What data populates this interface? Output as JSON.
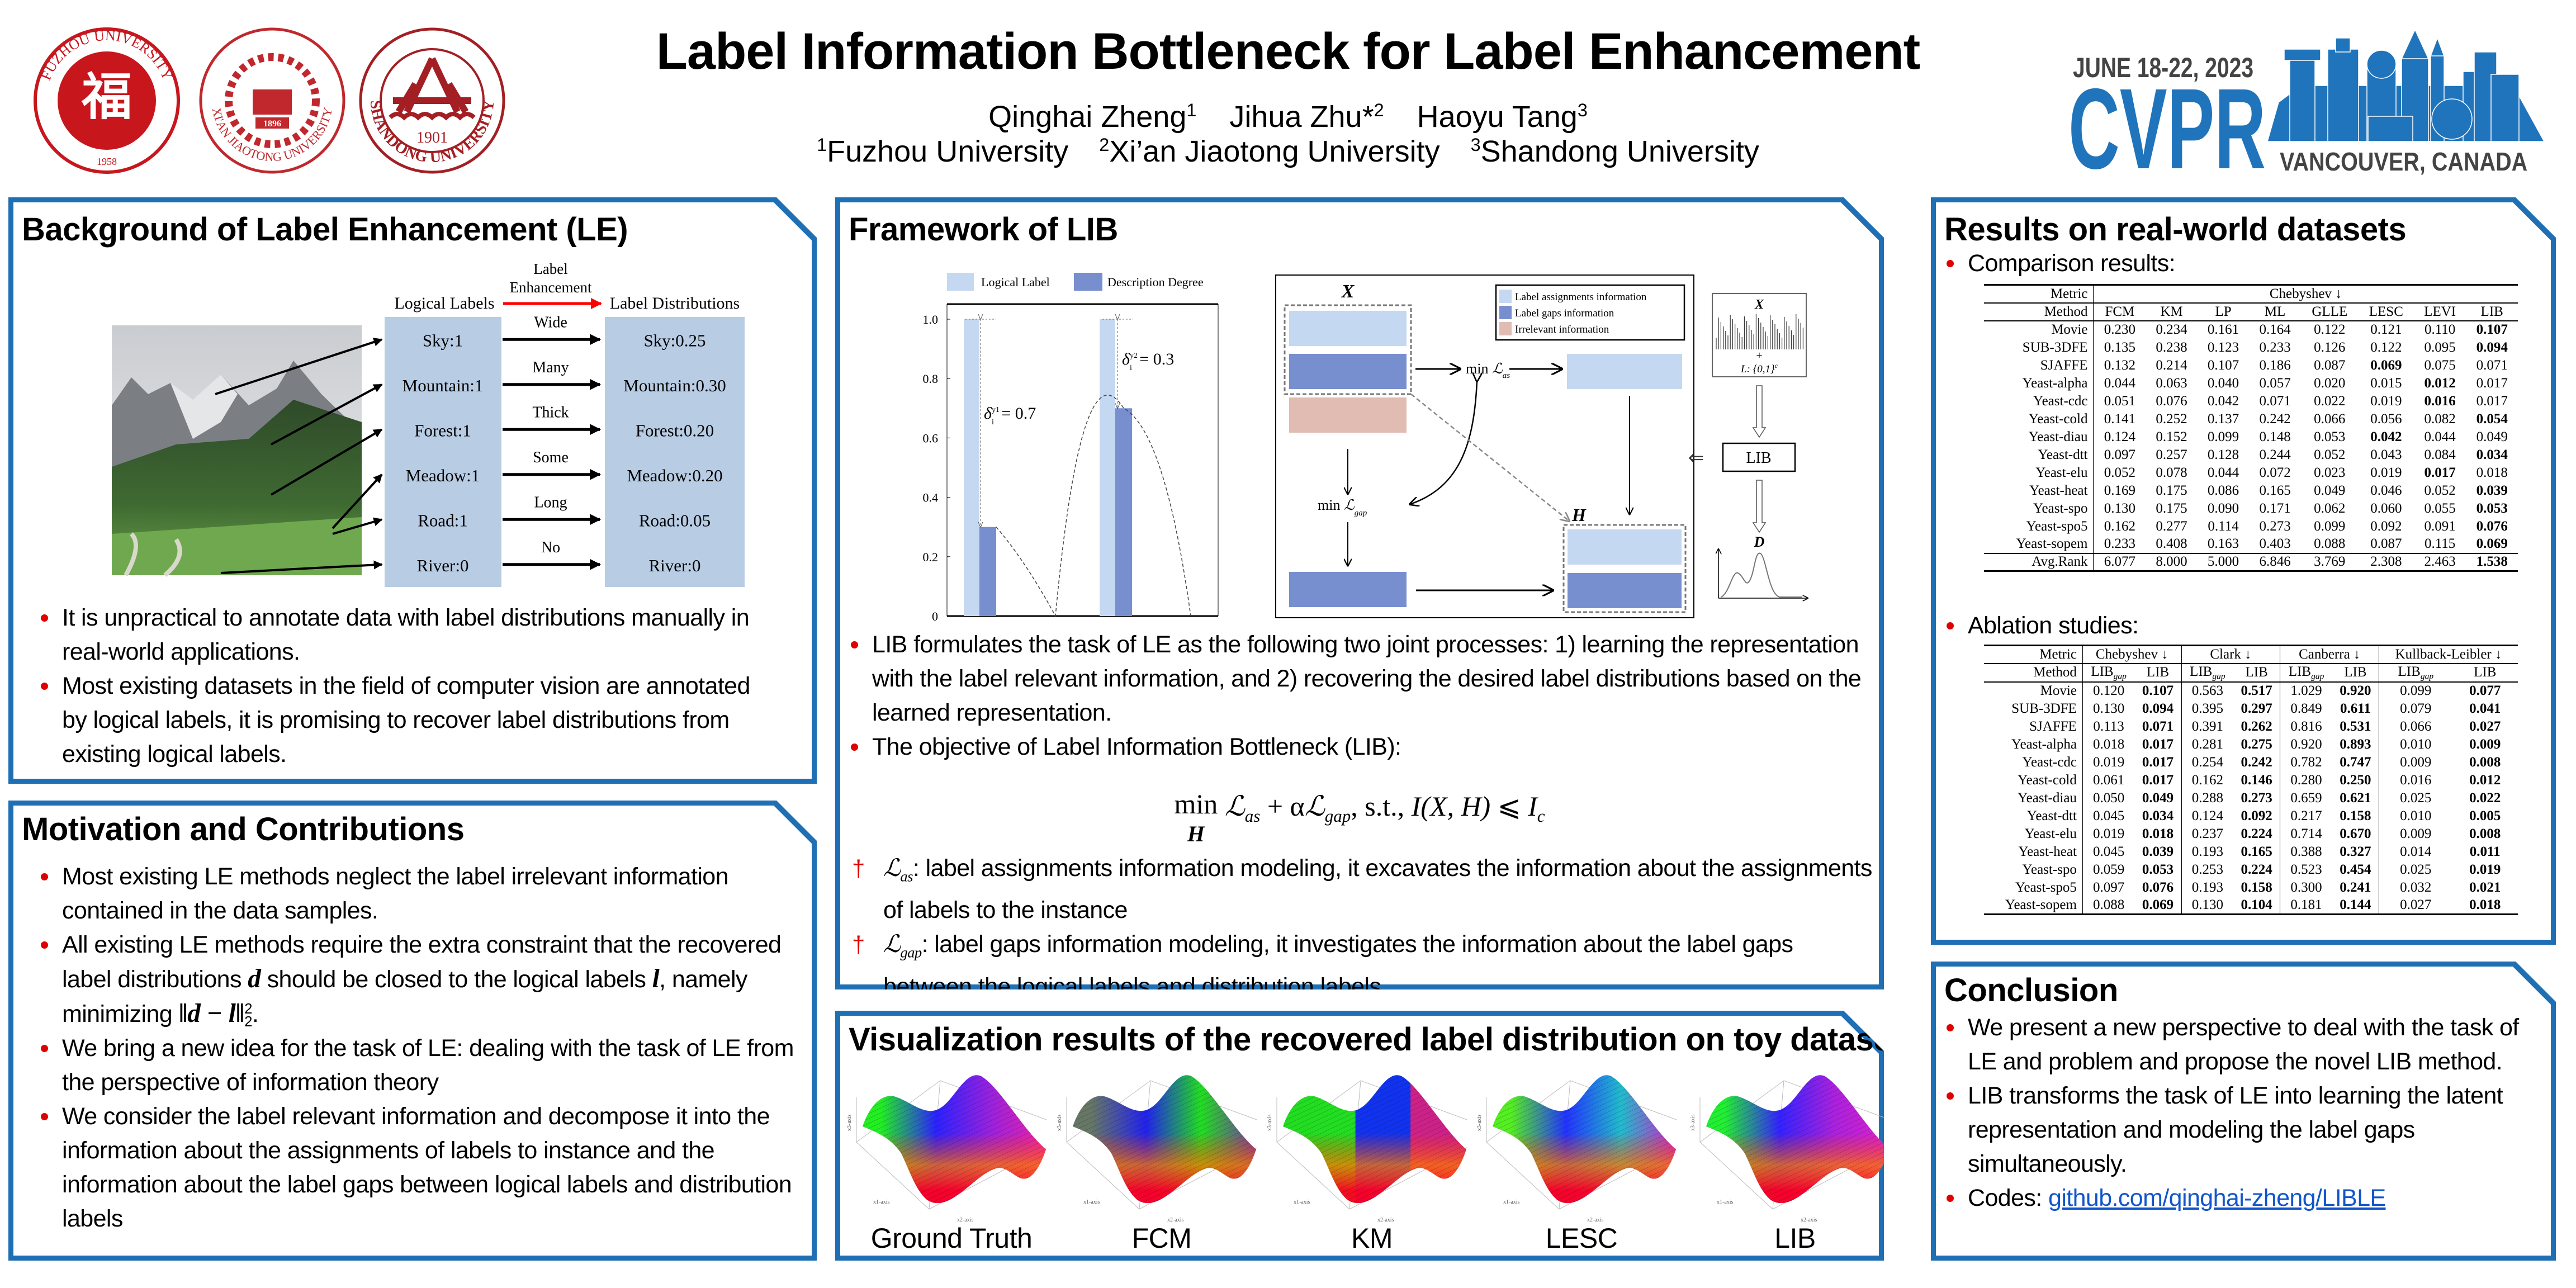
{
  "header": {
    "title": "Label Information Bottleneck for Label Enhancement",
    "authors": [
      {
        "name": "Qinghai Zheng",
        "sup": "1"
      },
      {
        "name": "Jihua Zhu*",
        "sup": "2"
      },
      {
        "name": "Haoyu Tang",
        "sup": "3"
      }
    ],
    "affiliations": [
      {
        "sup": "1",
        "name": "Fuzhou University"
      },
      {
        "sup": "2",
        "name": "Xi’an Jiaotong University"
      },
      {
        "sup": "3",
        "name": "Shandong University"
      }
    ],
    "logos": [
      {
        "name": "FUZHOU UNIVERSITY",
        "year": "1958",
        "color": "#c8161d"
      },
      {
        "name": "XI'AN JIAOTONG UNIVERSITY",
        "year": "1896",
        "color": "#c0282d"
      },
      {
        "name": "SHANDONG UNIVERSITY",
        "year": "1901",
        "color": "#a31f24"
      }
    ],
    "conference": {
      "dates": "JUNE 18-22, 2023",
      "name": "CVPR",
      "location": "VANCOUVER, CANADA",
      "color": "#1f74bb"
    }
  },
  "background": {
    "title": "Background of Label Enhancement (LE)",
    "figure": {
      "left_header": "Logical Labels",
      "arrow_label_1": "Label",
      "arrow_label_2": "Enhancement",
      "right_header": "Label Distributions",
      "rows": [
        {
          "logical": "Sky:1",
          "adj": "Wide",
          "dist": "Sky:0.25"
        },
        {
          "logical": "Mountain:1",
          "adj": "Many",
          "dist": "Mountain:0.30"
        },
        {
          "logical": "Forest:1",
          "adj": "Thick",
          "dist": "Forest:0.20"
        },
        {
          "logical": "Meadow:1",
          "adj": "Some",
          "dist": "Meadow:0.20"
        },
        {
          "logical": "Road:1",
          "adj": "Long",
          "dist": "Road:0.05"
        },
        {
          "logical": "River:0",
          "adj": "No",
          "dist": "River:0"
        }
      ]
    },
    "bullets": [
      [
        {
          "text": "It is unpractical to annotate data with label distributions manually in real-world applications."
        }
      ],
      [
        {
          "text": "Most existing datasets in the field of computer vision are annotated by logical labels, it is promising to recover label distributions from existing logical labels."
        }
      ]
    ]
  },
  "motivation": {
    "title": "Motivation and Contributions",
    "bullets": [
      [
        {
          "text": "Most existing LE methods neglect the label irrelevant information contained in the data samples."
        }
      ],
      [
        {
          "text": "All existing LE methods require the extra constraint that the recovered label distributions "
        },
        {
          "math": "d"
        },
        {
          "text": " should be closed to the logical labels "
        },
        {
          "math": "l"
        },
        {
          "text": ", namely minimizing "
        },
        {
          "math": "‖d − l‖"
        },
        {
          "sup2": "2"
        },
        {
          "sub2": "2"
        },
        {
          "text": "."
        }
      ],
      [
        {
          "text": "We bring a new idea for the task of LE: dealing with the task of LE from the perspective of information theory"
        }
      ],
      [
        {
          "text": "We consider the label relevant information and decompose it into the information about the assignments of labels to instance and the information about the label gaps between logical labels and distribution labels"
        }
      ]
    ]
  },
  "framework": {
    "title": "Framework of LIB",
    "diagram": {
      "legend": [
        "Label assignments information",
        "Label gaps information",
        "Irrelevant information"
      ],
      "x_label": "X",
      "h_label": "H",
      "min_label": "min",
      "loss_symbol": "ℒ",
      "as_sub": "as",
      "gap_sub": "gap",
      "lib_box": "LIB",
      "input_x": "X",
      "plus": "+",
      "input_l": "L: {0,1}",
      "input_l_sup": "c",
      "output_d": "D",
      "colors": {
        "assign": "#c5d8f1",
        "gap": "#778ecf",
        "irrelevant": "#e0bcb3"
      }
    },
    "bullets": [
      [
        {
          "text": "LIB formulates the task of LE as the following two joint processes: 1) learning the representation with the label relevant information, and 2) recovering the desired label distributions based on the learned representation."
        }
      ],
      [
        {
          "text": "The objective of Label Information Bottleneck (LIB):"
        }
      ]
    ],
    "formula": {
      "min": "min",
      "under": "H",
      "l": "ℒ",
      "as": "as",
      "plus": " + α",
      "gap": "gap",
      "st": ", s.t., ",
      "mi": "I(X, H)",
      "leq": " ⩽ ",
      "ic": "I",
      "c": "c"
    },
    "daggers": [
      [
        {
          "cal": "ℒ"
        },
        {
          "sub": "as"
        },
        {
          "text": ": label assignments information modeling, it excavates the information about the assignments of labels to the instance"
        }
      ],
      [
        {
          "cal": "ℒ"
        },
        {
          "sub": "gap"
        },
        {
          "text": ": label gaps information modeling, it investigates the information about the label gaps between the logical labels and distribution labels"
        }
      ]
    ]
  },
  "chart_data": {
    "type": "bar",
    "title": "",
    "legend": [
      "Logical Label",
      "Description Degree"
    ],
    "categories": [
      "y1",
      "y2"
    ],
    "series": [
      {
        "name": "Logical Label",
        "values": [
          1.0,
          1.0
        ],
        "color": "#c5d8f1"
      },
      {
        "name": "Description Degree",
        "values": [
          0.3,
          0.7
        ],
        "color": "#778ecf"
      }
    ],
    "annotations": [
      {
        "label": "δ",
        "sup": "y1",
        "sub": "i",
        "value_text": " = 0.7"
      },
      {
        "label": "δ",
        "sup": "y2",
        "sub": "i",
        "value_text": " = 0.3"
      }
    ],
    "yticks": [
      "0",
      "0.2",
      "0.4",
      "0.6",
      "0.8",
      "1.0"
    ],
    "ylim": [
      0,
      1.0
    ],
    "xlabel": "",
    "ylabel": ""
  },
  "visualization": {
    "title": "Visualization results of the recovered label distribution on toy dataset",
    "axis_labels": {
      "x1": "x1-axis",
      "x2": "x2-axis",
      "x3": "x3-axis"
    },
    "plots": [
      {
        "label": "Ground Truth",
        "stops": [
          "#22ee22",
          "#2a22ff",
          "#9a22dd",
          "#ee22aa"
        ]
      },
      {
        "label": "FCM",
        "stops": [
          "#667766",
          "#2222ee",
          "#22dd22",
          "#7733aa"
        ]
      },
      {
        "label": "KM",
        "stops": [
          "#22dd22",
          "#1133ee",
          "#cc2288",
          "#aa22cc"
        ]
      },
      {
        "label": "LESC",
        "stops": [
          "#55ee22",
          "#2233ff",
          "#22bbcc",
          "#cc22cc"
        ]
      },
      {
        "label": "LIB",
        "stops": [
          "#22ee33",
          "#3322ff",
          "#aa22dd",
          "#dd22cc"
        ]
      }
    ]
  },
  "results": {
    "title": "Results on real-world datasets",
    "comparison_label": "Comparison results:",
    "ablation_label": "Ablation studies:",
    "comparison": {
      "metric_label": "Metric",
      "metric": "Chebyshev ↓",
      "method_label": "Method",
      "columns": [
        "FCM",
        "KM",
        "LP",
        "ML",
        "GLLE",
        "LESC",
        "LEVI",
        "LIB"
      ],
      "rows": [
        {
          "dataset": "Movie",
          "values": [
            "0.230",
            "0.234",
            "0.161",
            "0.164",
            "0.122",
            "0.121",
            "0.110",
            "0.107"
          ],
          "best": 7
        },
        {
          "dataset": "SUB-3DFE",
          "values": [
            "0.135",
            "0.238",
            "0.123",
            "0.233",
            "0.126",
            "0.122",
            "0.095",
            "0.094"
          ],
          "best": 7
        },
        {
          "dataset": "SJAFFE",
          "values": [
            "0.132",
            "0.214",
            "0.107",
            "0.186",
            "0.087",
            "0.069",
            "0.075",
            "0.071"
          ],
          "best": 5
        },
        {
          "dataset": "Yeast-alpha",
          "values": [
            "0.044",
            "0.063",
            "0.040",
            "0.057",
            "0.020",
            "0.015",
            "0.012",
            "0.017"
          ],
          "best": 6
        },
        {
          "dataset": "Yeast-cdc",
          "values": [
            "0.051",
            "0.076",
            "0.042",
            "0.071",
            "0.022",
            "0.019",
            "0.016",
            "0.017"
          ],
          "best": 6
        },
        {
          "dataset": "Yeast-cold",
          "values": [
            "0.141",
            "0.252",
            "0.137",
            "0.242",
            "0.066",
            "0.056",
            "0.082",
            "0.054"
          ],
          "best": 7
        },
        {
          "dataset": "Yeast-diau",
          "values": [
            "0.124",
            "0.152",
            "0.099",
            "0.148",
            "0.053",
            "0.042",
            "0.044",
            "0.049"
          ],
          "best": 5
        },
        {
          "dataset": "Yeast-dtt",
          "values": [
            "0.097",
            "0.257",
            "0.128",
            "0.244",
            "0.052",
            "0.043",
            "0.084",
            "0.034"
          ],
          "best": 7
        },
        {
          "dataset": "Yeast-elu",
          "values": [
            "0.052",
            "0.078",
            "0.044",
            "0.072",
            "0.023",
            "0.019",
            "0.017",
            "0.018"
          ],
          "best": 6
        },
        {
          "dataset": "Yeast-heat",
          "values": [
            "0.169",
            "0.175",
            "0.086",
            "0.165",
            "0.049",
            "0.046",
            "0.052",
            "0.039"
          ],
          "best": 7
        },
        {
          "dataset": "Yeast-spo",
          "values": [
            "0.130",
            "0.175",
            "0.090",
            "0.171",
            "0.062",
            "0.060",
            "0.055",
            "0.053"
          ],
          "best": 7
        },
        {
          "dataset": "Yeast-spo5",
          "values": [
            "0.162",
            "0.277",
            "0.114",
            "0.273",
            "0.099",
            "0.092",
            "0.091",
            "0.076"
          ],
          "best": 7
        },
        {
          "dataset": "Yeast-sopem",
          "values": [
            "0.233",
            "0.408",
            "0.163",
            "0.403",
            "0.088",
            "0.087",
            "0.115",
            "0.069"
          ],
          "best": 7
        }
      ],
      "avg_rank": {
        "label": "Avg.Rank",
        "values": [
          "6.077",
          "8.000",
          "5.000",
          "6.846",
          "3.769",
          "2.308",
          "2.463",
          "1.538"
        ],
        "best": 7
      }
    },
    "ablation": {
      "metric_label": "Metric",
      "method_label": "Method",
      "metrics": [
        "Chebyshev ↓",
        "Clark ↓",
        "Canberra ↓",
        "Kullback-Leibler ↓"
      ],
      "variant_base": "LIB",
      "variant_sub": "gap",
      "full_model": "LIB",
      "rows": [
        {
          "dataset": "Movie",
          "values": [
            "0.120",
            "0.107",
            "0.563",
            "0.517",
            "1.029",
            "0.920",
            "0.099",
            "0.077"
          ]
        },
        {
          "dataset": "SUB-3DFE",
          "values": [
            "0.130",
            "0.094",
            "0.395",
            "0.297",
            "0.849",
            "0.611",
            "0.079",
            "0.041"
          ]
        },
        {
          "dataset": "SJAFFE",
          "values": [
            "0.113",
            "0.071",
            "0.391",
            "0.262",
            "0.816",
            "0.531",
            "0.066",
            "0.027"
          ]
        },
        {
          "dataset": "Yeast-alpha",
          "values": [
            "0.018",
            "0.017",
            "0.281",
            "0.275",
            "0.920",
            "0.893",
            "0.010",
            "0.009"
          ]
        },
        {
          "dataset": "Yeast-cdc",
          "values": [
            "0.019",
            "0.017",
            "0.254",
            "0.242",
            "0.782",
            "0.747",
            "0.009",
            "0.008"
          ]
        },
        {
          "dataset": "Yeast-cold",
          "values": [
            "0.061",
            "0.017",
            "0.162",
            "0.146",
            "0.280",
            "0.250",
            "0.016",
            "0.012"
          ]
        },
        {
          "dataset": "Yeast-diau",
          "values": [
            "0.050",
            "0.049",
            "0.288",
            "0.273",
            "0.659",
            "0.621",
            "0.025",
            "0.022"
          ]
        },
        {
          "dataset": "Yeast-dtt",
          "values": [
            "0.045",
            "0.034",
            "0.124",
            "0.092",
            "0.217",
            "0.158",
            "0.010",
            "0.005"
          ]
        },
        {
          "dataset": "Yeast-elu",
          "values": [
            "0.019",
            "0.018",
            "0.237",
            "0.224",
            "0.714",
            "0.670",
            "0.009",
            "0.008"
          ]
        },
        {
          "dataset": "Yeast-heat",
          "values": [
            "0.045",
            "0.039",
            "0.193",
            "0.165",
            "0.388",
            "0.327",
            "0.014",
            "0.011"
          ]
        },
        {
          "dataset": "Yeast-spo",
          "values": [
            "0.059",
            "0.053",
            "0.253",
            "0.224",
            "0.523",
            "0.454",
            "0.025",
            "0.019"
          ]
        },
        {
          "dataset": "Yeast-spo5",
          "values": [
            "0.097",
            "0.076",
            "0.193",
            "0.158",
            "0.300",
            "0.241",
            "0.032",
            "0.021"
          ]
        },
        {
          "dataset": "Yeast-sopem",
          "values": [
            "0.088",
            "0.069",
            "0.130",
            "0.104",
            "0.181",
            "0.144",
            "0.027",
            "0.018"
          ]
        }
      ]
    }
  },
  "conclusion": {
    "title": "Conclusion",
    "bullets": [
      [
        {
          "text": "We present a new perspective to deal with the task of LE and problem and propose the novel LIB method."
        }
      ],
      [
        {
          "text": "LIB transforms the task of LE into learning the latent representation and modeling the label gaps simultaneously."
        }
      ],
      [
        {
          "text": "Codes: "
        },
        {
          "link": "github.com/qinghai-zheng/LIBLE"
        }
      ]
    ]
  },
  "colors": {
    "panel_border": "#1f6fb5",
    "bullet": "#e00000",
    "le_box": "#b8cce4",
    "le_arrow": "#ff0000"
  }
}
